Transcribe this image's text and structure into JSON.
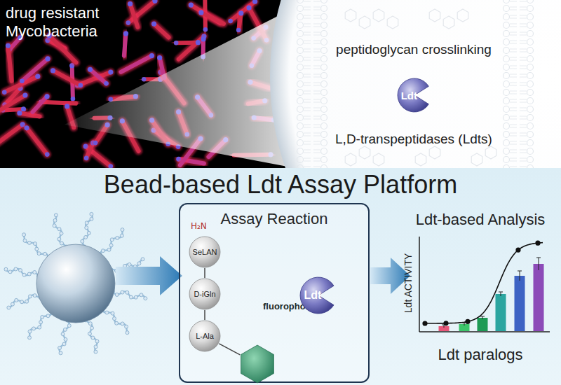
{
  "diagram": {
    "title": "Bead-based Ldt Assay Platform",
    "nodes": [
      {
        "text": [
          "Ldt"
        ]
      },
      {
        "text": [
          "Assay Reaction"
        ]
      },
      {
        "text": [
          "SeLAN"
        ],
        "in": 1
      },
      {
        "text": [
          "D-iGln"
        ],
        "in": 1
      },
      {
        "text": [
          "L-Ala"
        ],
        "in": 1
      },
      {
        "text": [
          "fluorophore"
        ],
        "in": 1
      },
      {
        "text": [
          "Ldt"
        ],
        "in": 1
      }
    ],
    "edges": [
      {
        "from": 2,
        "to": 3,
        "arrow": "none"
      },
      {
        "from": 3,
        "to": 4,
        "arrow": "none"
      },
      {
        "from": 4,
        "to": 5,
        "arrow": "none"
      }
    ],
    "labels": [
      "drug resistant Mycobacteria",
      "peptidoglycan crosslinking",
      "L,D-transpeptidases (Ldts)",
      "H₂N",
      "Ldt-based Analysis",
      "Ldt ACTIVITY",
      "Ldt paralogs"
    ]
  }
}
